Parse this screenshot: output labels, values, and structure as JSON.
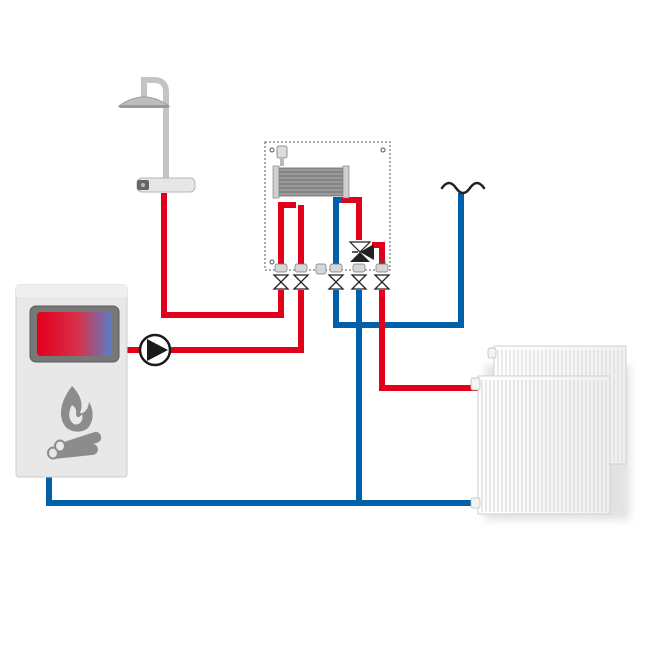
{
  "diagram": {
    "kind": "heating-schematic",
    "components": [
      {
        "id": "boiler",
        "icon": "wood-fire-boiler-icon"
      },
      {
        "id": "shower",
        "icon": "rain-shower-icon"
      },
      {
        "id": "heat-exchanger-station",
        "icon": "plate-heat-exchanger-icon"
      },
      {
        "id": "circulation-pump",
        "icon": "pump-icon"
      },
      {
        "id": "mixing-valve",
        "icon": "three-way-valve-icon"
      },
      {
        "id": "radiator",
        "icon": "panel-radiator-icon"
      },
      {
        "id": "cold-water-inlet",
        "icon": "water-supply-icon"
      }
    ]
  },
  "colors": {
    "hot": "#e3001b",
    "cold": "#0060aa",
    "boiler_body": "#e9e9e9",
    "boiler_outline": "#c8c8c8",
    "fixture": "#c4c4c4",
    "dark": "#4a4a4a"
  }
}
